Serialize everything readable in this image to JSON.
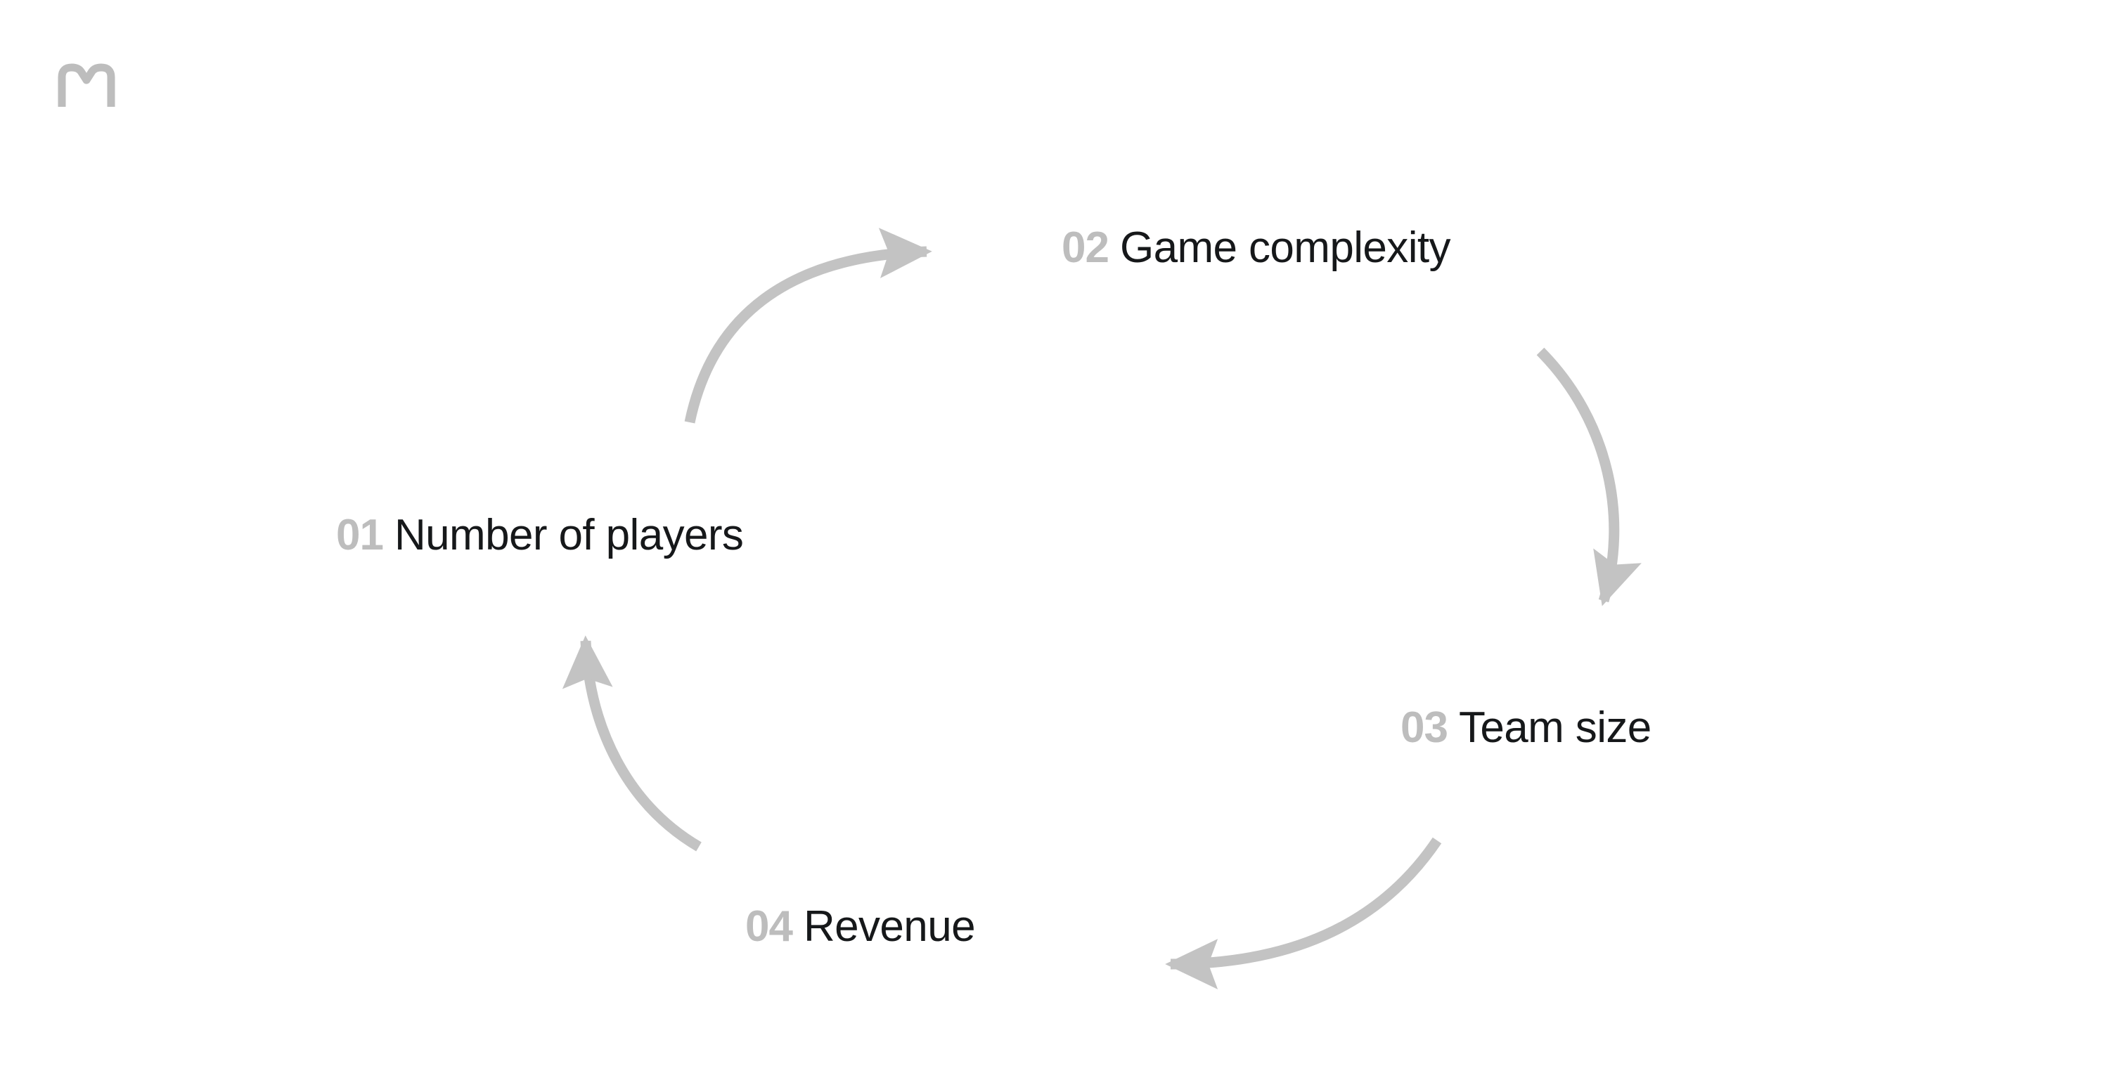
{
  "meta": {
    "background_color": "#ffffff",
    "accent_gray": "#bdbdbd",
    "arrow_color": "#c3c3c3",
    "text_color": "#16181a"
  },
  "brand": {
    "logo_icon": "lowercase-m-logo",
    "logo_letter": "m",
    "logo_color": "#bdbdbd"
  },
  "diagram": {
    "type": "cycle",
    "direction": "clockwise",
    "node_count": 4,
    "nodes": [
      {
        "number": "01",
        "label": "Number of players"
      },
      {
        "number": "02",
        "label": "Game complexity"
      },
      {
        "number": "03",
        "label": "Team size"
      },
      {
        "number": "04",
        "label": "Revenue"
      }
    ],
    "connectors": [
      {
        "from": "01",
        "to": "02",
        "icon": "curved-arrow-up-right"
      },
      {
        "from": "02",
        "to": "03",
        "icon": "curved-arrow-down"
      },
      {
        "from": "03",
        "to": "04",
        "icon": "curved-arrow-left"
      },
      {
        "from": "04",
        "to": "01",
        "icon": "curved-arrow-up"
      }
    ]
  }
}
